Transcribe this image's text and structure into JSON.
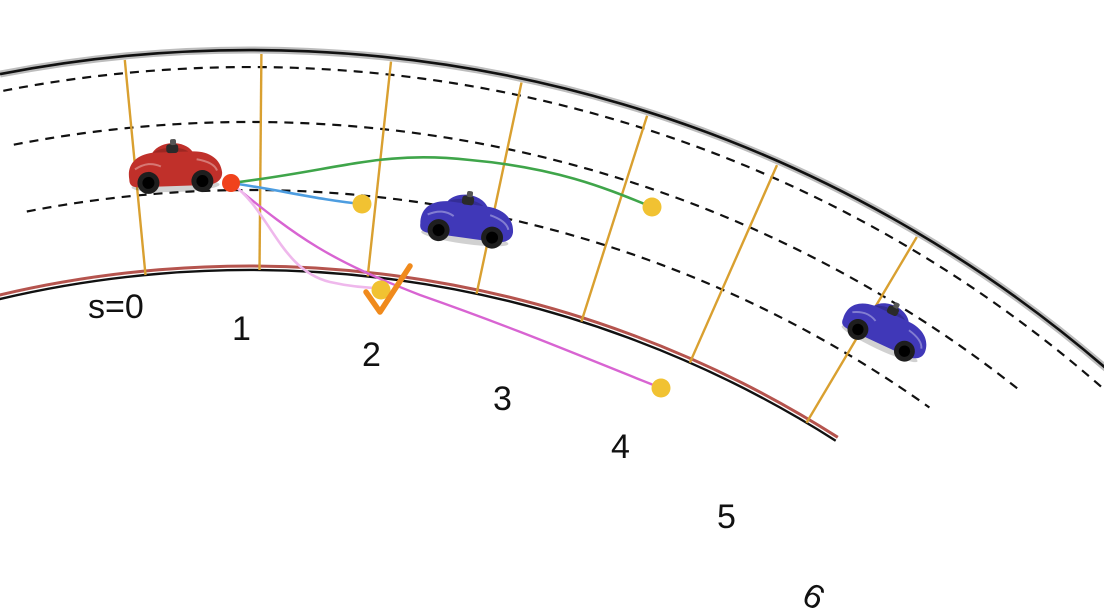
{
  "diagram": {
    "station_labels": [
      "s=0",
      "1",
      "2",
      "3",
      "4",
      "5",
      "6"
    ]
  },
  "colors": {
    "road_edge": "#111111",
    "road_edge_inner_accent": "#b5544e",
    "lane_divider": "#111111",
    "station_line": "#d9a030",
    "path_green": "#3fa54a",
    "path_blue": "#4d9de0",
    "path_magenta": "#d864d2",
    "path_light_pink": "#efb8ec",
    "target_dot": "#f1c232",
    "ego_origin_dot": "#f0421c",
    "checkmark": "#f08a1c",
    "ego_car": "#c0302a",
    "other_car": "#4038b8"
  },
  "icons": {
    "ego": "red-race-car-icon",
    "obstacles": [
      "blue-race-car-icon",
      "blue-race-car-icon"
    ],
    "selected_path": "checkmark-icon"
  }
}
